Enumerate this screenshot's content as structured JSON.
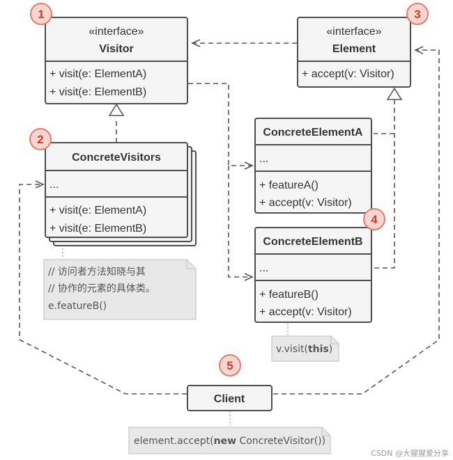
{
  "visitor": {
    "stereotype": "«interface»",
    "name": "Visitor",
    "methods": [
      "+ visit(e: ElementA)",
      "+ visit(e: ElementB)"
    ]
  },
  "element": {
    "stereotype": "«interface»",
    "name": "Element",
    "methods": [
      "+ accept(v: Visitor)"
    ]
  },
  "concrete_visitors": {
    "name": "ConcreteVisitors",
    "fields": "...",
    "methods": [
      "+ visit(e: ElementA)",
      "+ visit(e: ElementB)"
    ]
  },
  "concrete_element_a": {
    "name": "ConcreteElementA",
    "fields": "...",
    "methods": [
      "+ featureA()",
      "+ accept(v: Visitor)"
    ]
  },
  "concrete_element_b": {
    "name": "ConcreteElementB",
    "fields": "...",
    "methods": [
      "+ featureB()",
      "+ accept(v: Visitor)"
    ]
  },
  "client": {
    "name": "Client"
  },
  "notes": {
    "visitor_note": [
      "// 访问者方法知晓与其",
      "// 协作的元素的具体类。",
      "e.featureB()"
    ],
    "element_b_note_prefix": "v.visit(",
    "element_b_note_bold": "this",
    "element_b_note_suffix": ")",
    "client_note_prefix": "element.accept(",
    "client_note_bold": "new",
    "client_note_suffix": " ConcreteVisitor())"
  },
  "badges": [
    "1",
    "2",
    "3",
    "4",
    "5"
  ],
  "watermark": "CSDN @大猩猩爱分享",
  "colors": {
    "box_fill": "#f5f5f5",
    "box_stroke": "#4d4d4d",
    "note_fill": "#e8e8e8",
    "badge_fill": "#f8d6cf",
    "badge_stroke": "#e07d6d",
    "badge_text": "#d03a2c",
    "line": "#555555"
  }
}
